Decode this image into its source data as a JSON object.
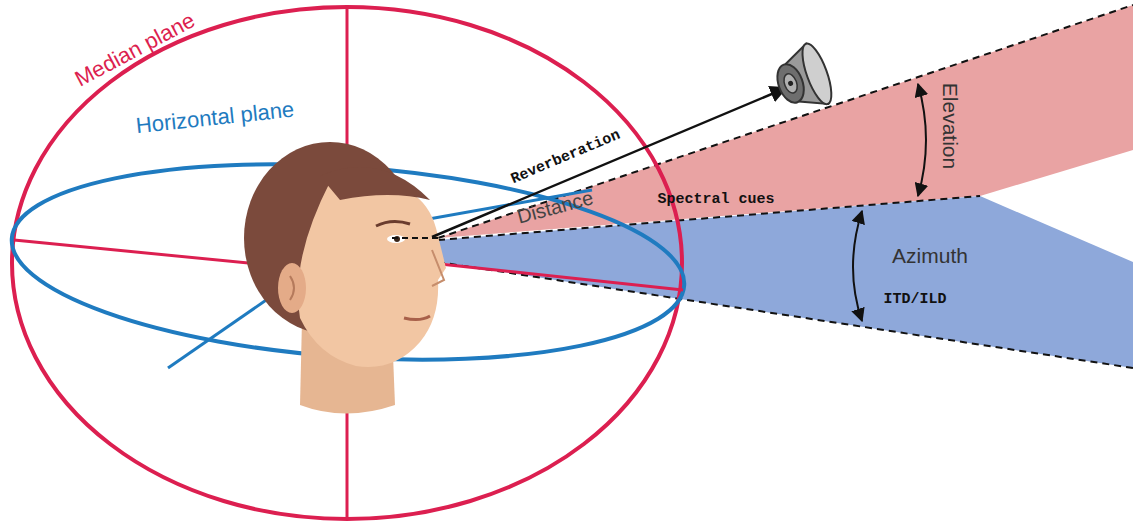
{
  "diagram": {
    "labels": [
      "Median plane",
      "Horizontal plane",
      "Reverberation",
      "Distance",
      "Spectral cues",
      "Elevation",
      "Azimuth",
      "ITD/ILD"
    ]
  }
}
